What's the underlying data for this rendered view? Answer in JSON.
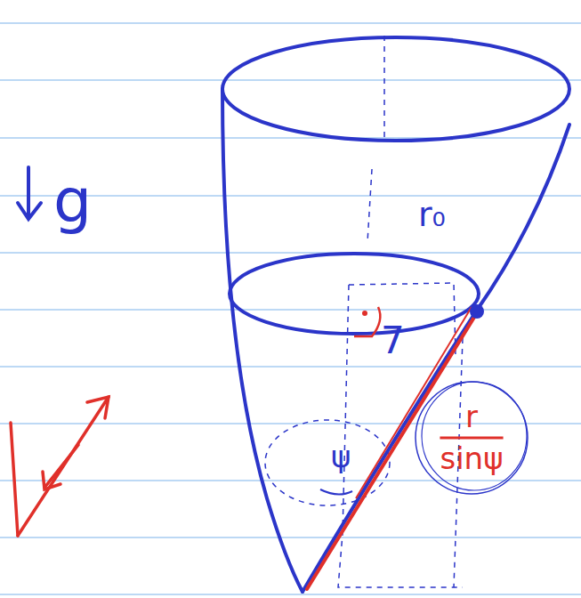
{
  "diagram": {
    "nodes": [
      {
        "text": [
          "r",
          "sinψ"
        ]
      }
    ],
    "labels": [
      "g",
      "r₀",
      "7",
      "ψ"
    ]
  }
}
